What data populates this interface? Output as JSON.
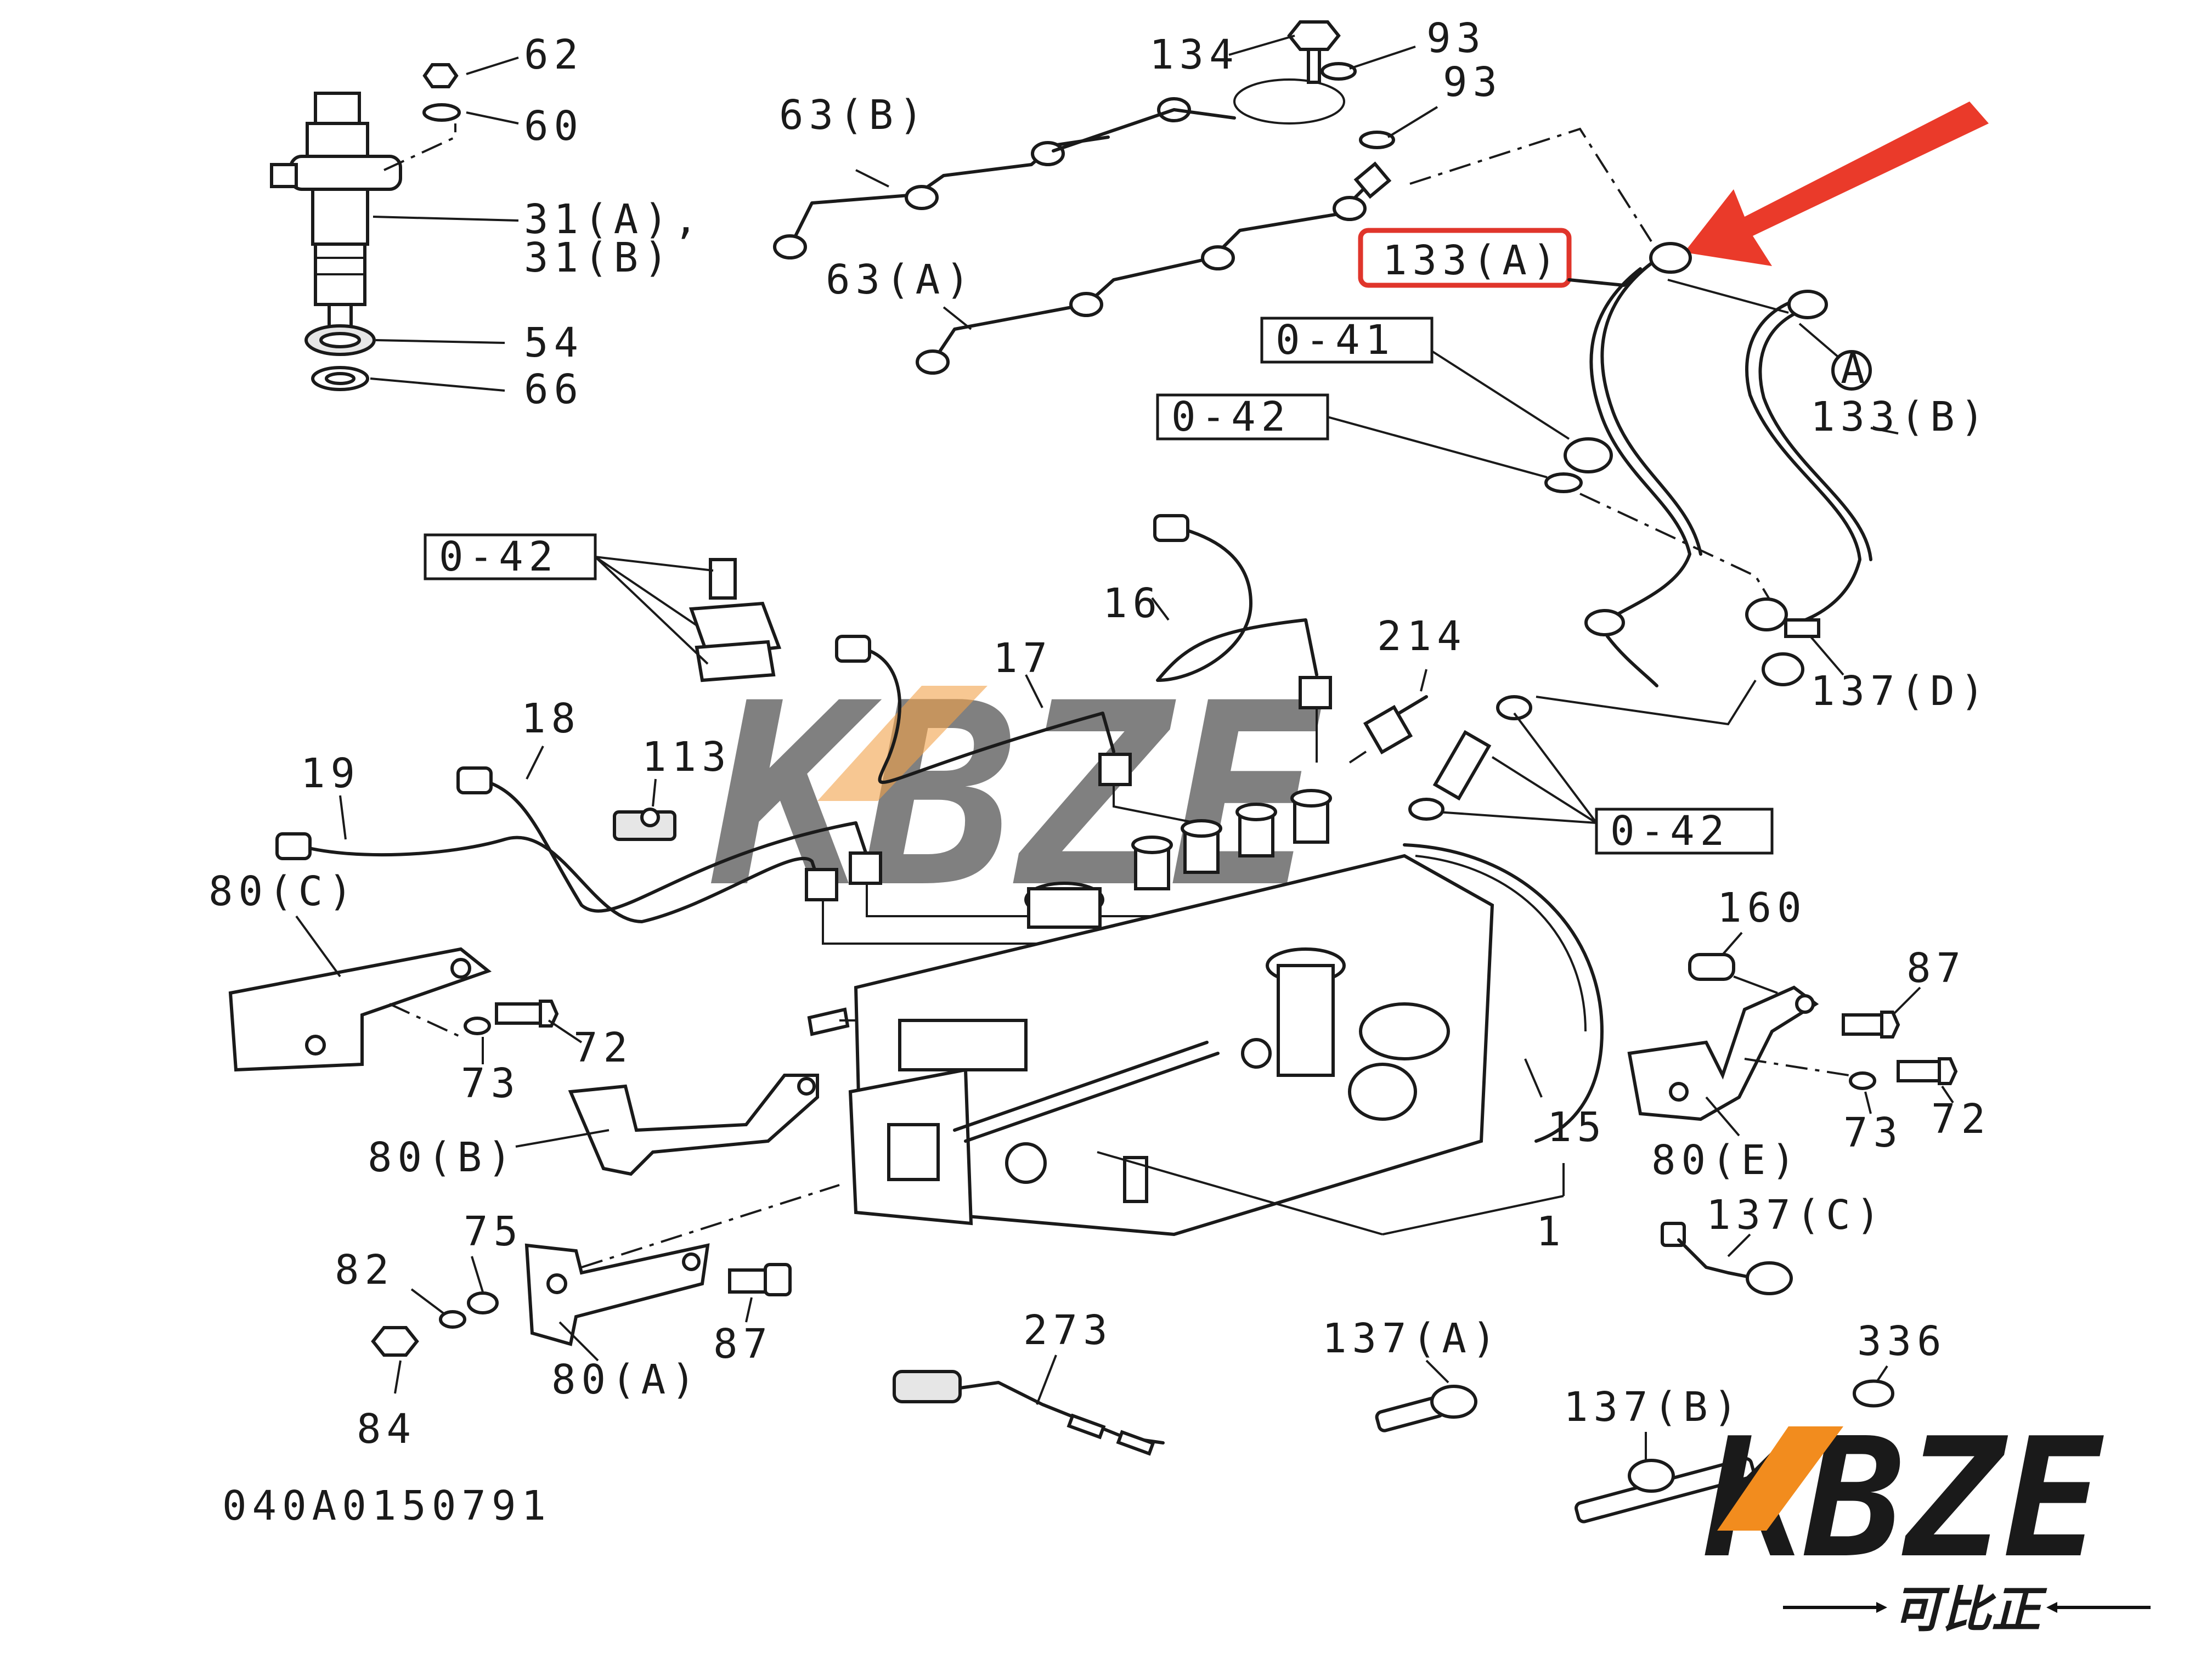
{
  "labels": {
    "l62": "62",
    "l60": "60",
    "l31": "31(A),",
    "l31b": "31(B)",
    "l54": "54",
    "l66": "66",
    "l134": "134",
    "l93a": "93",
    "l93b": "93",
    "l63b": "63(B)",
    "l63a": "63(A)",
    "l133a": "133(A)",
    "l133b": "133(B)",
    "circleA": "A",
    "l041": "0-41",
    "l042a": "0-42",
    "l042b": "0-42",
    "l042c": "0-42",
    "l16": "16",
    "l17": "17",
    "l18": "18",
    "l19": "19",
    "l113": "113",
    "l214": "214",
    "l137d": "137(D)",
    "l80c": "80(C)",
    "l80b": "80(B)",
    "l80a": "80(A)",
    "l80e": "80(E)",
    "l72a": "72",
    "l72b": "72",
    "l73a": "73",
    "l73b": "73",
    "l87a": "87",
    "l87b": "87",
    "l160": "160",
    "l15": "15",
    "l1": "1",
    "l137c": "137(C)",
    "l75": "75",
    "l82": "82",
    "l84": "84",
    "l273": "273",
    "l137a": "137(A)",
    "l137b": "137(B)",
    "l336": "336",
    "drawing_number": "040A0150791"
  },
  "watermark": {
    "text": "KBZE"
  },
  "logo": {
    "brand": "KBZE",
    "chinese": "可比正"
  },
  "highlight": {
    "target": "133(A)",
    "box_color": "#e0352b",
    "arrow_color": "#ea3a2a"
  }
}
